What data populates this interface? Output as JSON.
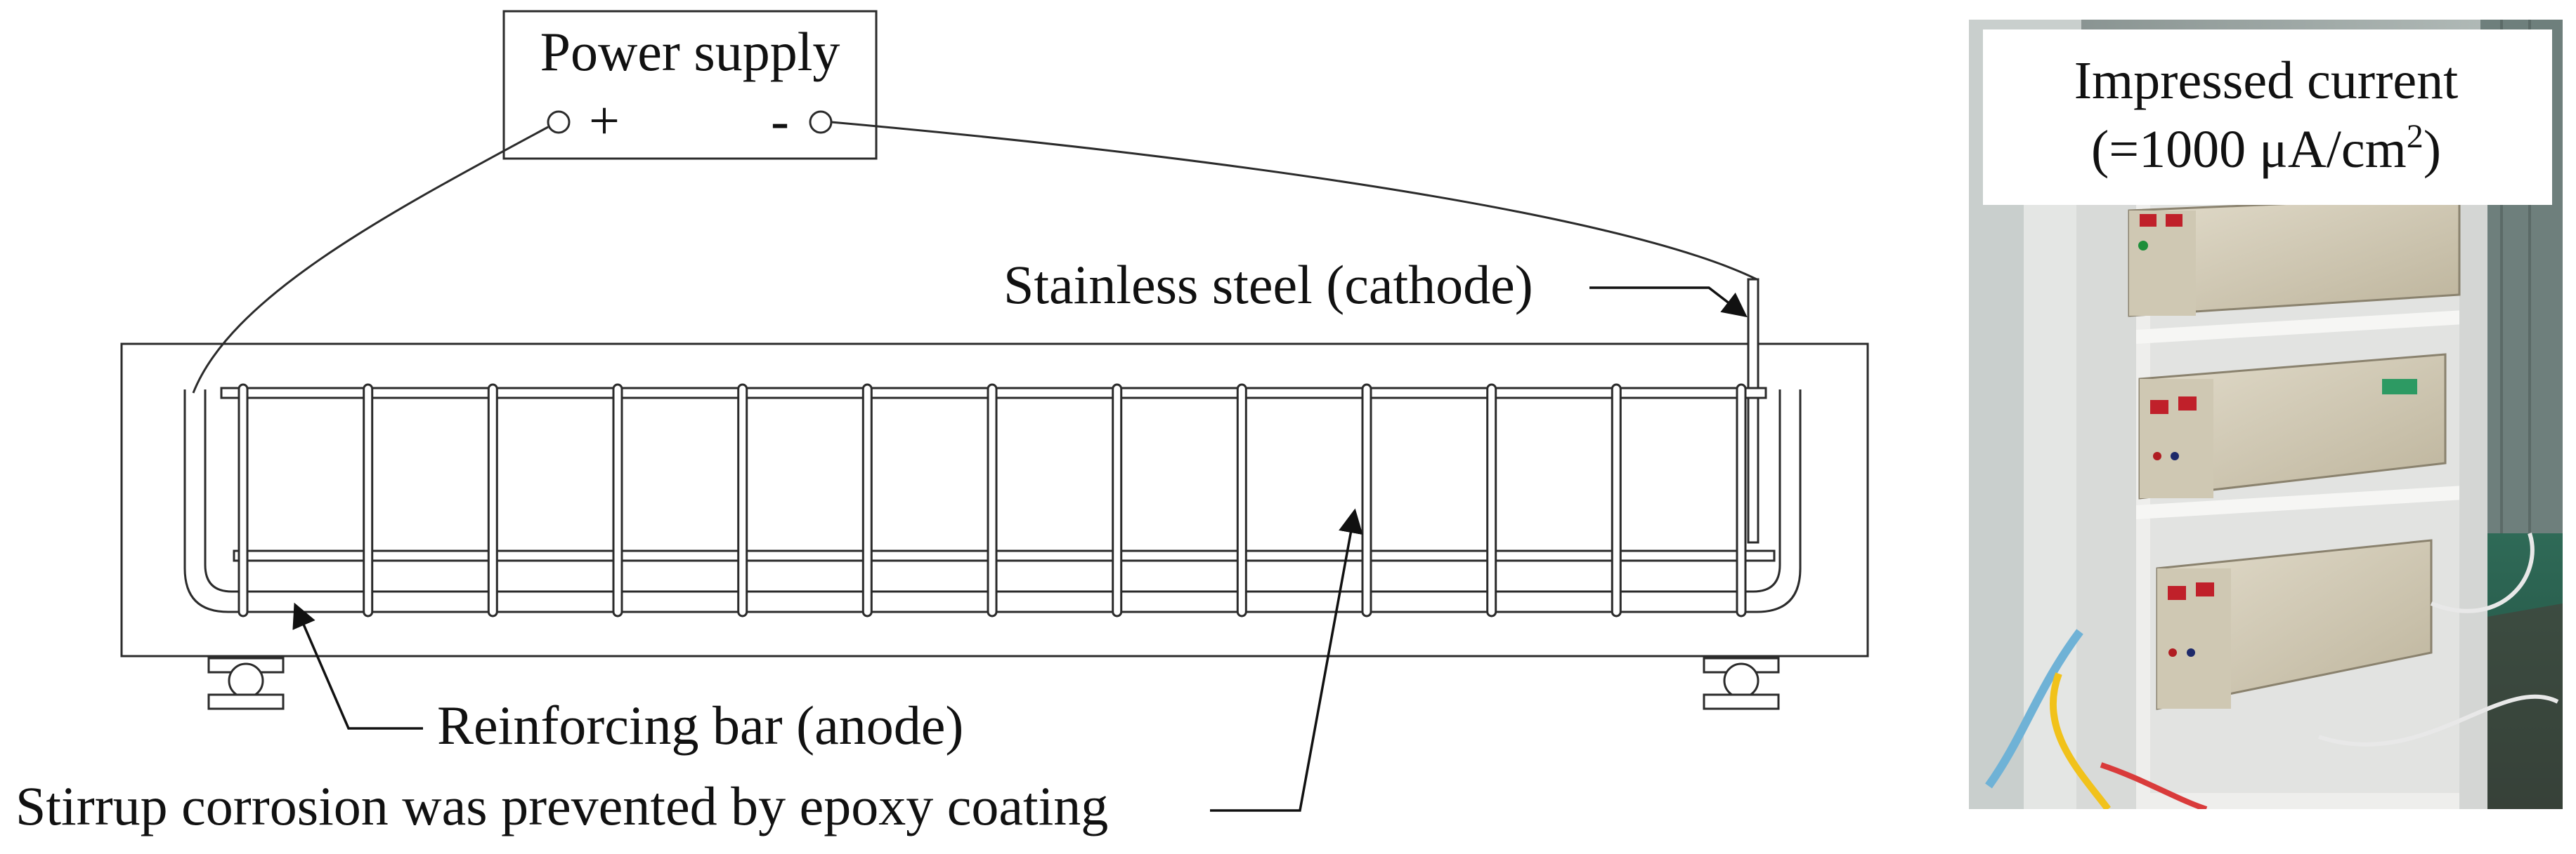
{
  "diagram": {
    "power_supply": {
      "title": "Power supply",
      "positive_terminal": "+",
      "negative_terminal": "-"
    },
    "labels": {
      "cathode": "Stainless steel (cathode)",
      "anode": "Reinforcing bar (anode)",
      "stirrup": "Stirrup corrosion was prevented by epoxy coating"
    },
    "stirrup_count": 13
  },
  "photo": {
    "caption_line1": "Impressed current",
    "caption_line2_prefix": "(=1000 μA/cm",
    "caption_line2_sup": "2",
    "caption_line2_suffix": ")"
  },
  "colors": {
    "line": "#2b2b2b",
    "text": "#111111"
  }
}
